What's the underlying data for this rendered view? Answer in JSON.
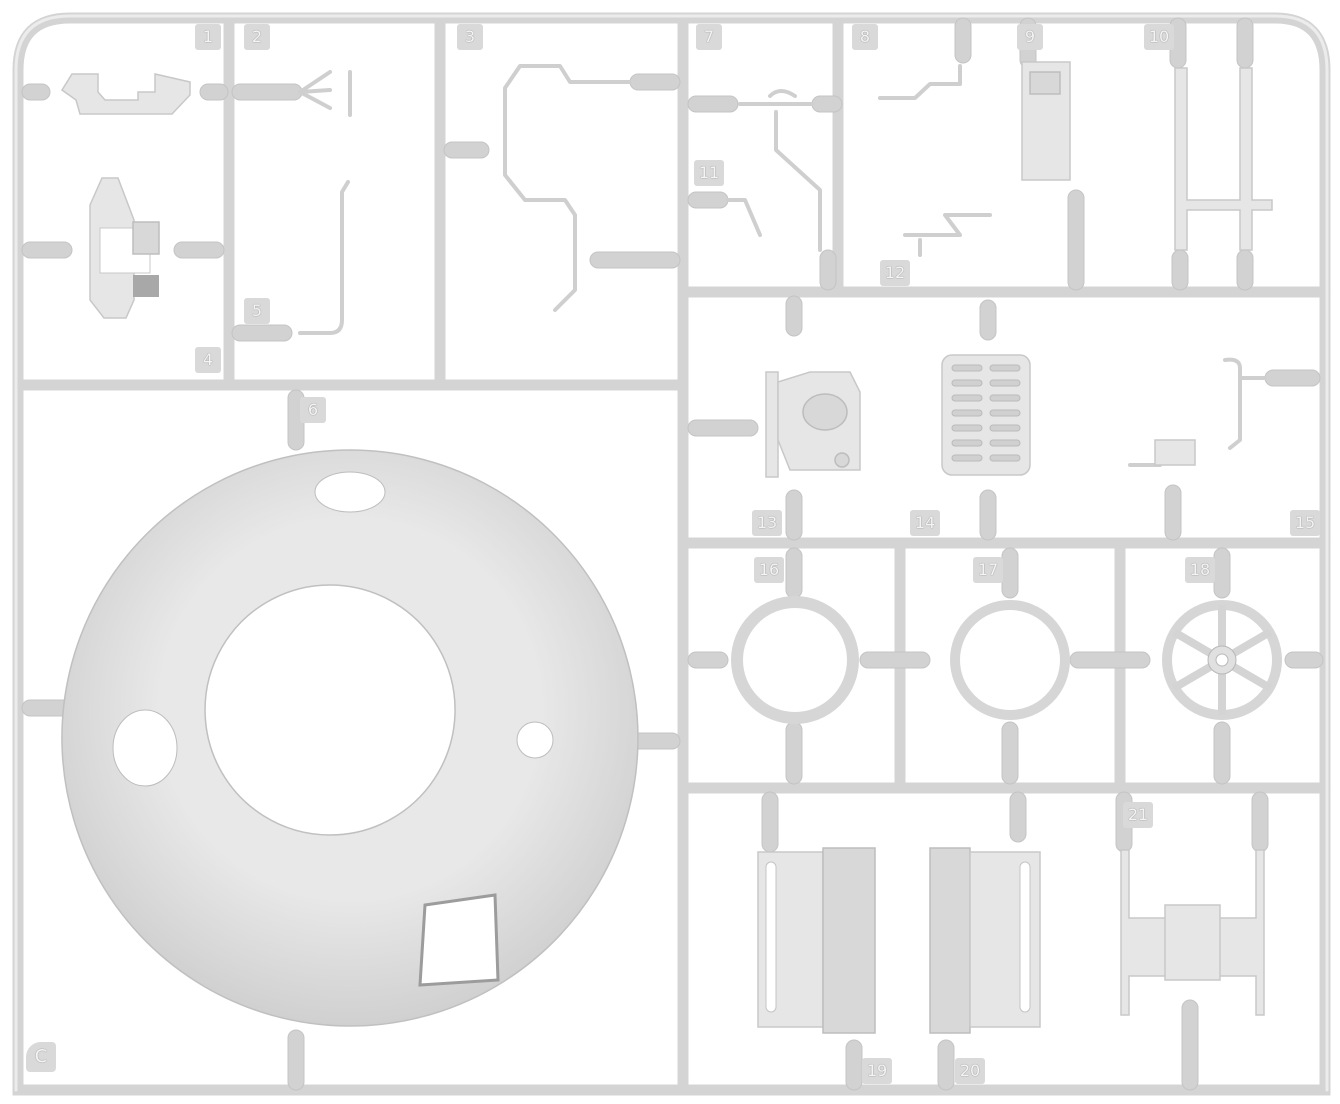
{
  "sprue": {
    "letter": "C",
    "part_numbers": [
      "1",
      "2",
      "3",
      "4",
      "5",
      "6",
      "7",
      "8",
      "9",
      "10",
      "11",
      "12",
      "13",
      "14",
      "15",
      "16",
      "17",
      "18",
      "19",
      "20",
      "21"
    ]
  },
  "colors": {
    "plastic": "#d4d4d4",
    "part": "#e6e6e6",
    "background": "#ffffff"
  }
}
